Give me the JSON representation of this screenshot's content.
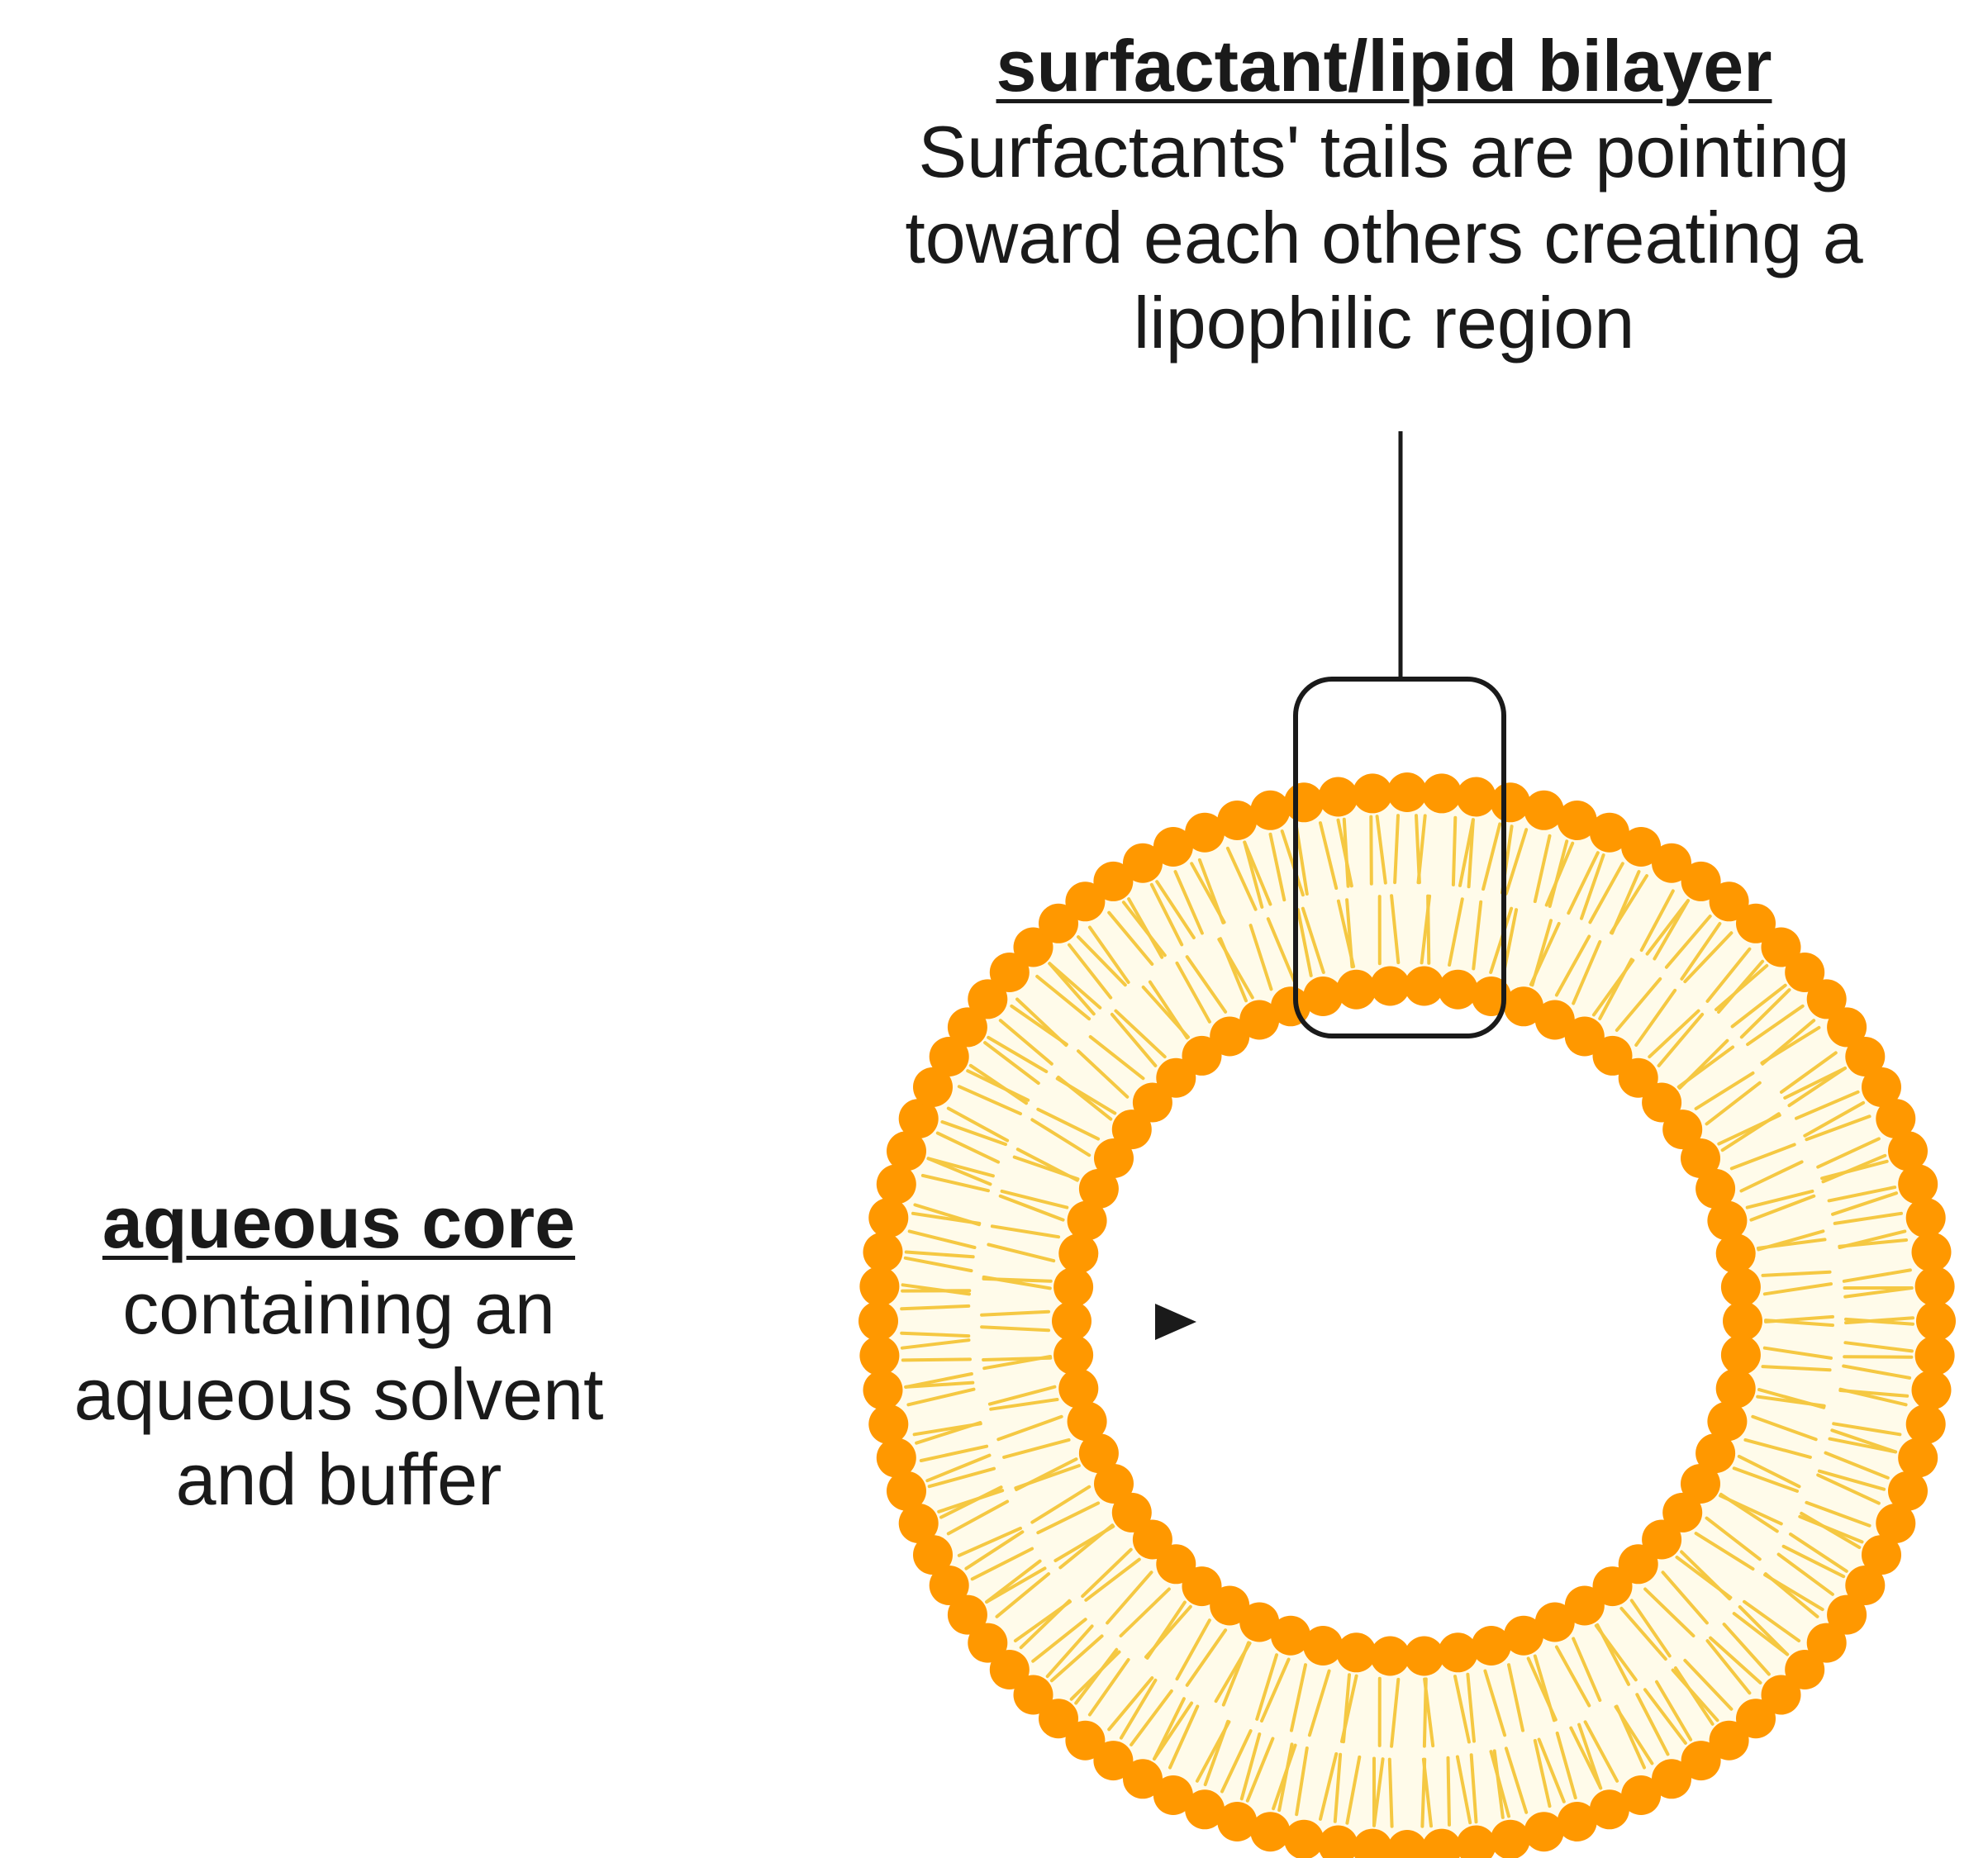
{
  "colors": {
    "head": "#ff9800",
    "tail": "#f5c842",
    "bilayer_fill": "#fffbea",
    "frame": "#1a1a1a",
    "arrow": "#1a1a1a"
  },
  "top_label": {
    "title": "surfactant/lipid bilayer",
    "lines": [
      "Surfactants' tails are pointing",
      "toward each others creating a",
      "lipophilic region"
    ]
  },
  "left_label": {
    "title": "aqueous core",
    "lines": [
      "containing an",
      "aqueous solvent",
      "and buffer"
    ]
  }
}
